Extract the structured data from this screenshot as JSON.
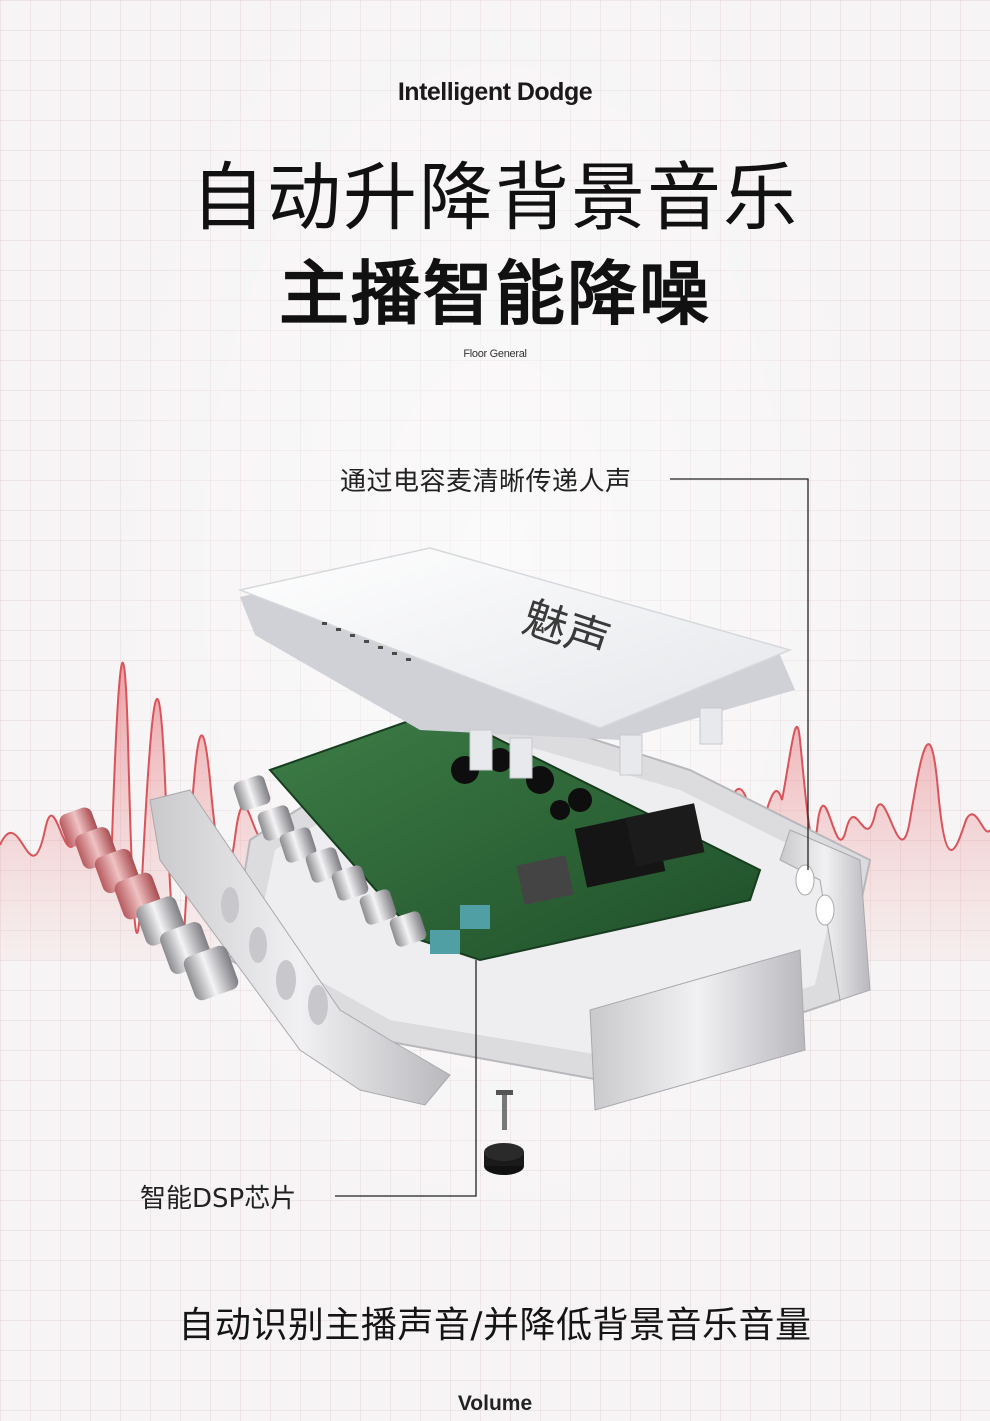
{
  "header": {
    "subtitle_en": "Intelligent Dodge",
    "title_line1": "自动升降背景音乐",
    "title_line2": "主播智能降噪",
    "small_en": "Floor General"
  },
  "callouts": {
    "top": "通过电容麦清晰传递人声",
    "bottom": "智能DSP芯片"
  },
  "footer": {
    "caption": "自动识别主播声音/并降低背景音乐音量",
    "label_en": "Volume"
  },
  "colors": {
    "wave": "#d9545a",
    "pcb": "#2e6b38",
    "line": "#222222"
  }
}
